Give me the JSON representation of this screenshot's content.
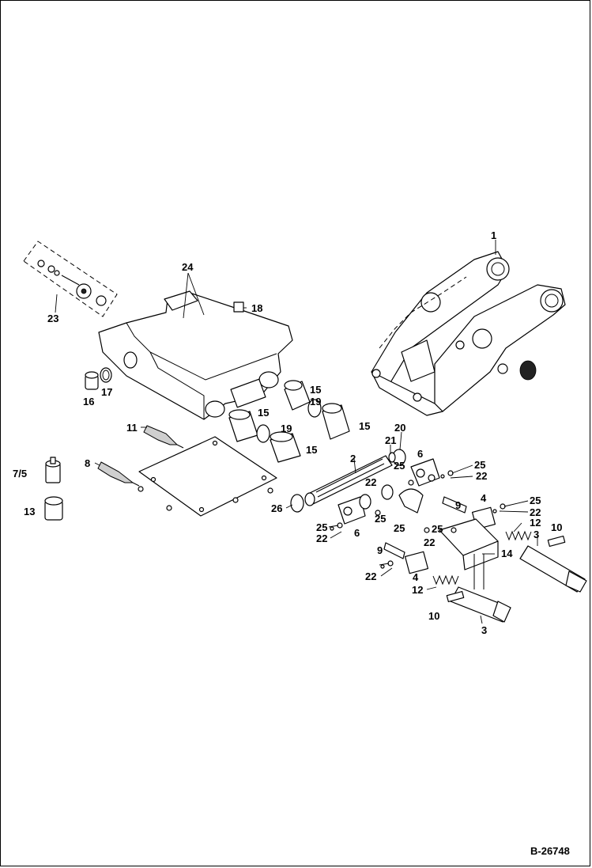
{
  "drawing": {
    "reference": "B-26748"
  },
  "callouts": {
    "c1": "1",
    "c2": "2",
    "c3a": "3",
    "c3b": "3",
    "c4a": "4",
    "c4b": "4",
    "c6a": "6",
    "c6b": "6",
    "c7": "7/5",
    "c8": "8",
    "c9a": "9",
    "c9b": "9",
    "c10a": "10",
    "c10b": "10",
    "c11": "11",
    "c12a": "12",
    "c12b": "12",
    "c13": "13",
    "c14": "14",
    "c15a": "15",
    "c15b": "15",
    "c15c": "15",
    "c15d": "15",
    "c16": "16",
    "c17": "17",
    "c18": "18",
    "c19a": "19",
    "c19b": "19",
    "c20": "20",
    "c21": "21",
    "c22a": "22",
    "c22b": "22",
    "c22c": "22",
    "c22d": "22",
    "c22e": "22",
    "c22f": "22",
    "c23": "23",
    "c24": "24",
    "c25a": "25",
    "c25b": "25",
    "c25c": "25",
    "c25d": "25",
    "c25e": "25",
    "c25f": "25",
    "c25g": "25",
    "c26": "26"
  }
}
